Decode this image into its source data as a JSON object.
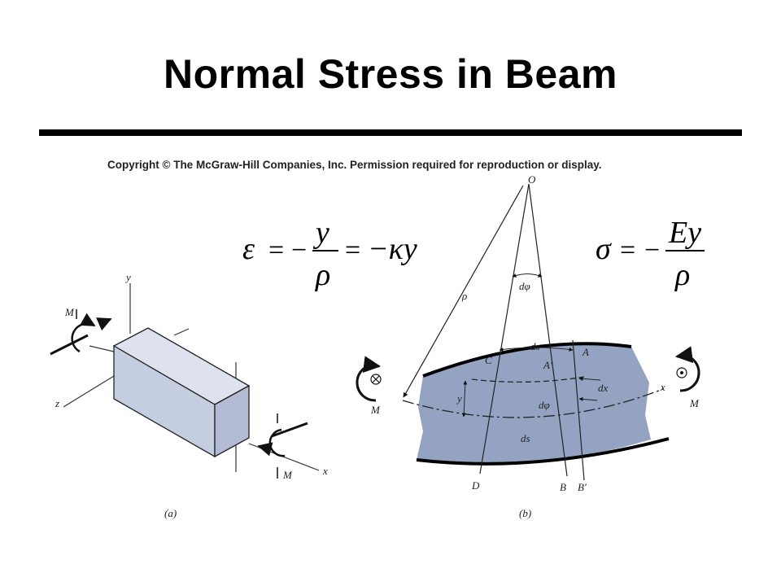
{
  "slide": {
    "title": "Normal Stress in Beam",
    "copyright": "Copyright © The McGraw-Hill Companies, Inc. Permission required for reproduction or display."
  },
  "equations": {
    "strain": {
      "lhs": "ε",
      "eq1": "=",
      "minus1": "−",
      "num": "y",
      "den": "ρ",
      "eq2": "=",
      "rhs": "−κy"
    },
    "stress": {
      "lhs": "σ",
      "eq": "=",
      "minus": "−",
      "num": "Ey",
      "den": "ρ"
    }
  },
  "figure_a": {
    "caption": "(a)",
    "labels": {
      "y_axis": "y",
      "z_axis": "z",
      "x_axis": "x",
      "moment_left": "M",
      "moment_right": "M"
    }
  },
  "figure_b": {
    "caption": "(b)",
    "labels": {
      "center": "O",
      "radius": "ρ",
      "dphi_top": "dφ",
      "ds_top": "ds",
      "C": "C",
      "A_prime": "A′",
      "A": "A",
      "dx": "dx",
      "dphi_mid": "dφ",
      "y": "y",
      "ds_bottom": "ds",
      "D": "D",
      "B": "B",
      "B_prime": "B′",
      "x_axis": "x",
      "moment_left": "M",
      "moment_right": "M"
    }
  },
  "colors": {
    "beam_fill": "#95a3c3",
    "block_front": "#c5cde0",
    "block_top": "#dde2ee",
    "block_right": "#b3bcd4"
  }
}
